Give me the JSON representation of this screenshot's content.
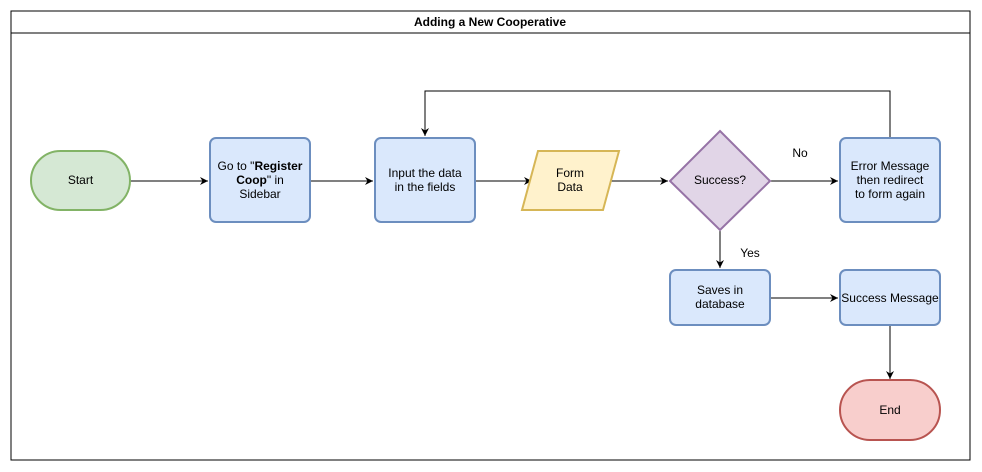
{
  "title": "Adding a New Cooperative",
  "nodes": {
    "start": {
      "label": "Start",
      "shape": "terminator",
      "fill": "#d5e8d4",
      "stroke": "#82b366"
    },
    "goto": {
      "line1_pre": "Go to \"",
      "line1_bold": "Register",
      "line2_bold": "Coop",
      "line2_post": "\" in",
      "line3": "Sidebar",
      "shape": "process",
      "fill": "#dae8fc",
      "stroke": "#6c8ebf"
    },
    "input": {
      "line1": "Input the data",
      "line2": "in the fields",
      "shape": "process",
      "fill": "#dae8fc",
      "stroke": "#6c8ebf"
    },
    "form": {
      "line1": "Form",
      "line2": "Data",
      "shape": "data",
      "fill": "#fff2cc",
      "stroke": "#d6b656"
    },
    "decision": {
      "label": "Success?",
      "shape": "decision",
      "fill": "#e1d5e7",
      "stroke": "#9673a6"
    },
    "error": {
      "line1": "Error Message",
      "line2": "then redirect",
      "line3": "to form again",
      "shape": "process",
      "fill": "#dae8fc",
      "stroke": "#6c8ebf"
    },
    "save": {
      "line1": "Saves in",
      "line2": "database",
      "shape": "process",
      "fill": "#dae8fc",
      "stroke": "#6c8ebf"
    },
    "success": {
      "label": "Success Message",
      "shape": "process",
      "fill": "#dae8fc",
      "stroke": "#6c8ebf"
    },
    "end": {
      "label": "End",
      "shape": "terminator",
      "fill": "#f8cecc",
      "stroke": "#b85450"
    }
  },
  "edges": {
    "no_label": "No",
    "yes_label": "Yes"
  }
}
